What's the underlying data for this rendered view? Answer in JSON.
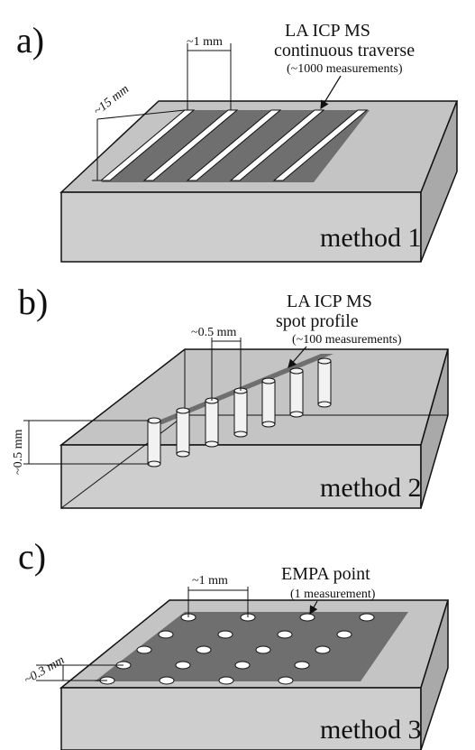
{
  "panels": [
    {
      "letter": "a)",
      "method": "method 1",
      "label_line1": "LA ICP MS",
      "label_line2": "continuous traverse",
      "label_sub": "(~1000 measurements)",
      "dim_width": "~1 mm",
      "dim_length": "~15 mm"
    },
    {
      "letter": "b)",
      "method": "method 2",
      "label_line1": "LA ICP MS",
      "label_line2": "spot profile",
      "label_sub": "(~100 measurements)",
      "dim_spacing": "~0.5 mm",
      "dim_depth": "~0.5 mm"
    },
    {
      "letter": "c)",
      "method": "method 3",
      "label_line1": "EMPA point",
      "label_sub": "(1 measurement)",
      "dim_spacing": "~1 mm",
      "dim_row": "~0.3 mm"
    }
  ],
  "colors": {
    "top_face": "#c4c4c4",
    "front_face": "#cecece",
    "side_face": "#a9a9a9",
    "dark_band": "#6f6f6f",
    "outline": "#111111"
  }
}
